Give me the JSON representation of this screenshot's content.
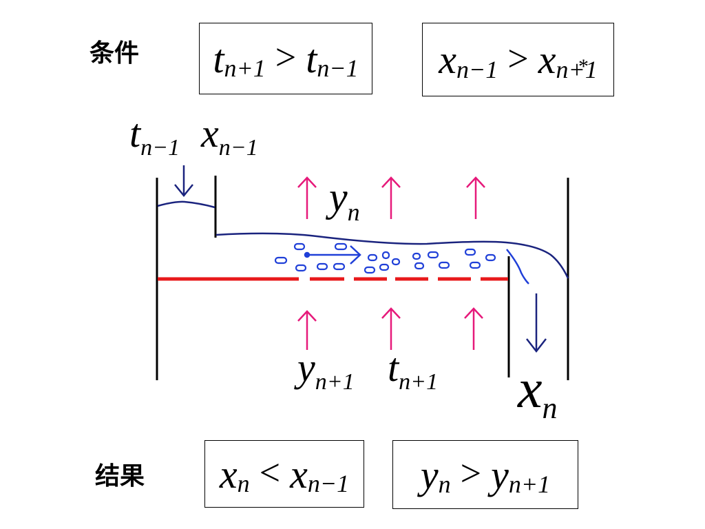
{
  "labels": {
    "condition": "条件",
    "result": "结果"
  },
  "condition_formulas": {
    "first": {
      "left": "t",
      "left_sub": "n+1",
      "op": ">",
      "right": "t",
      "right_sub": "n−1"
    },
    "second": {
      "left": "x",
      "left_sub": "n−1",
      "op": ">",
      "right": "x",
      "right_sub": "n+1",
      "right_sup": "*"
    }
  },
  "result_formulas": {
    "first": {
      "left": "x",
      "left_sub": "n",
      "op": "<",
      "right": "x",
      "right_sub": "n−1"
    },
    "second": {
      "left": "y",
      "left_sub": "n",
      "op": ">",
      "right": "y",
      "right_sub": "n+1"
    }
  },
  "diagram_labels": {
    "t_in": {
      "sym": "t",
      "sub": "n−1"
    },
    "x_in": {
      "sym": "x",
      "sub": "n−1"
    },
    "y_out": {
      "sym": "y",
      "sub": "n"
    },
    "y_in": {
      "sym": "y",
      "sub": "n+1"
    },
    "t_vapor": {
      "sym": "t",
      "sub": "n+1"
    },
    "x_out": {
      "sym": "x",
      "sub": "n"
    }
  },
  "colors": {
    "liquid_line": "#1a237e",
    "tray": "#e8191b",
    "vapor_arrow": "#e6197a",
    "bubble": "#1f3fd8",
    "flow_arrow": "#1f3fd8",
    "wall": "#000000"
  }
}
